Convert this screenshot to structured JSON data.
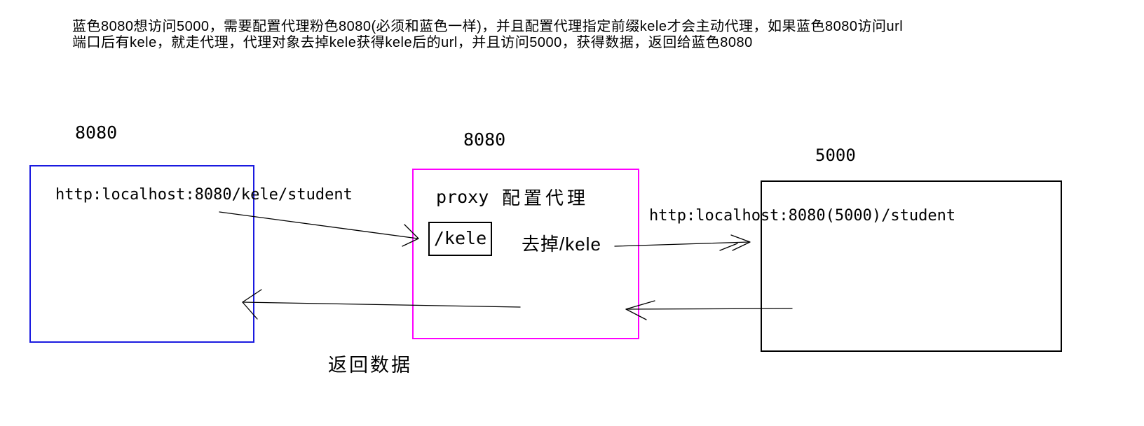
{
  "colors": {
    "client_box": "#1a1ae0",
    "proxy_box": "#ff00ff",
    "server_box": "#000000"
  },
  "description": {
    "line1": "蓝色8080想访问5000，需要配置代理粉色8080(必须和蓝色一样)，并且配置代理指定前缀kele才会主动代理，如果蓝色8080访问url",
    "line2": "端口后有kele，就走代理，代理对象去掉kele获得kele后的url，并且访问5000，获得数据，返回给蓝色8080"
  },
  "client": {
    "port_label": "8080",
    "url": "http:localhost:8080/kele/student"
  },
  "proxy": {
    "port_label": "8080",
    "name": "proxy",
    "config_label": "配置代理",
    "prefix": "/kele",
    "strip_label": "去掉/kele"
  },
  "server": {
    "port_label": "5000",
    "url": "http:localhost:8080(5000)/student"
  },
  "footer": {
    "return_label": "返回数据"
  }
}
